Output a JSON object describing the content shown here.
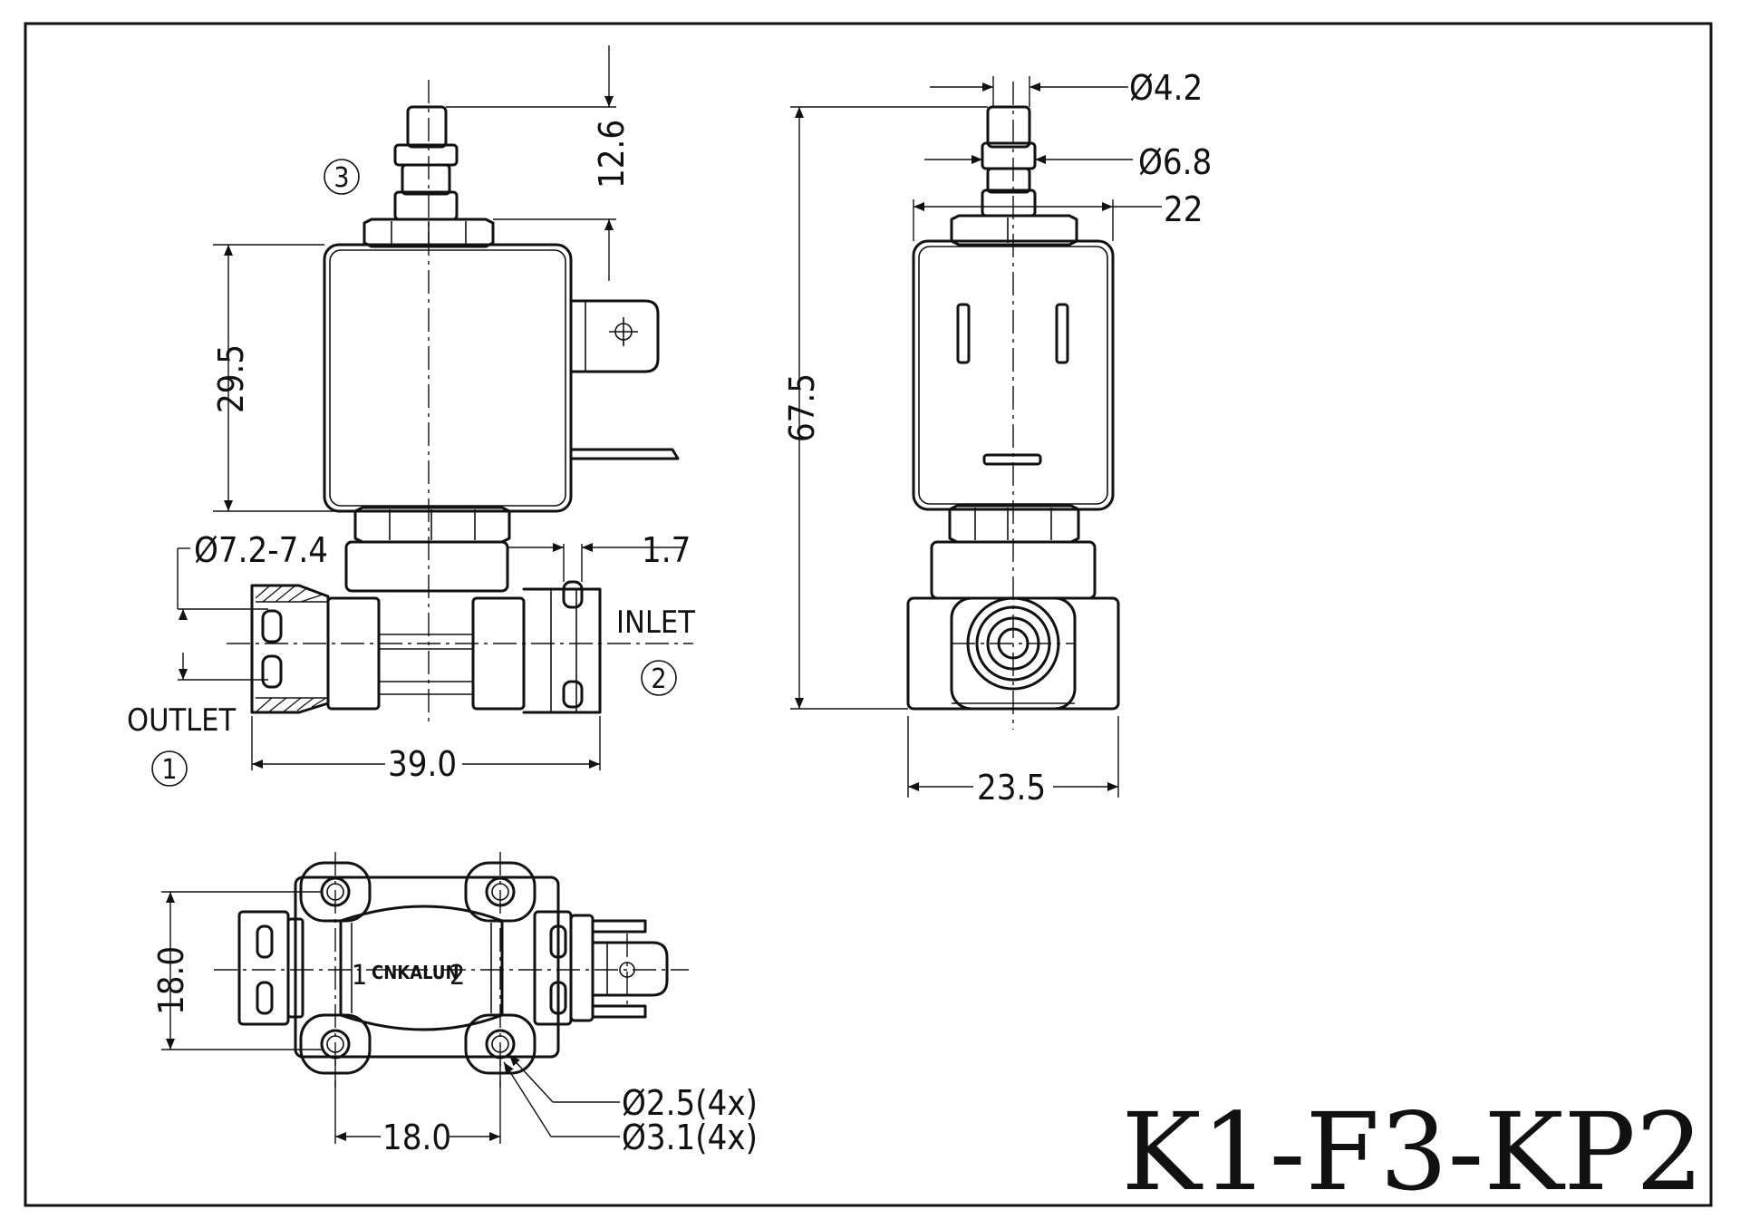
{
  "model_code": "K1-F3-KP2",
  "brand_marking": {
    "left": "1",
    "text": "CNKALUN",
    "right": "2"
  },
  "ports": {
    "outlet": {
      "label": "OUTLET",
      "number": "1"
    },
    "inlet": {
      "label": "INLET",
      "number": "2"
    },
    "exhaust": {
      "number": "3"
    }
  },
  "dimensions": {
    "stem_height": "12.6",
    "coil_height": "29.5",
    "outlet_bore": "Ø7.2-7.4",
    "inlet_clearance": "1.7",
    "body_length": "39.0",
    "stem_diameter": "Ø4.2",
    "nut_diameter": "Ø6.8",
    "coil_width": "22",
    "total_height": "67.5",
    "base_width": "23.5",
    "mount_height": "18.0",
    "hole_spacing": "18.0",
    "hole_small": "Ø2.5(4x)",
    "hole_large": "Ø3.1(4x)"
  }
}
